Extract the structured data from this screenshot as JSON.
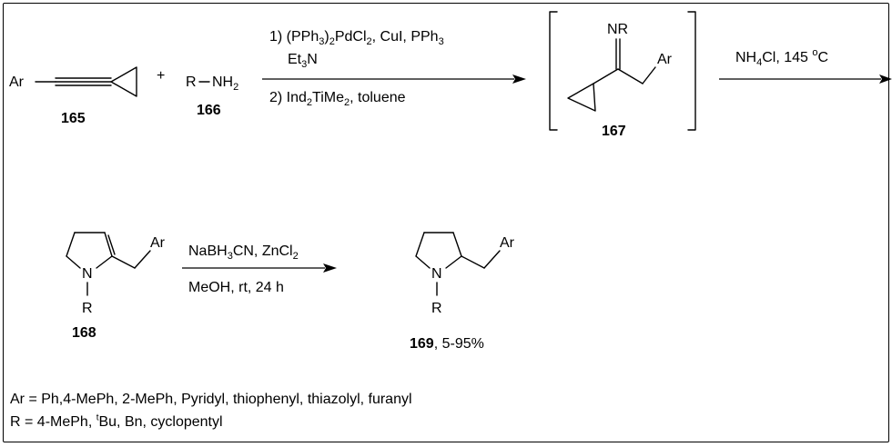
{
  "compounds": {
    "c165": {
      "number": "165",
      "ar": "Ar"
    },
    "c166": {
      "number": "166",
      "formula_r": "R",
      "formula_nh": "NH",
      "formula_sub": "2"
    },
    "c167": {
      "number": "167",
      "imine": "NR",
      "ar": "Ar"
    },
    "c168": {
      "number": "168",
      "n": "N",
      "r": "R",
      "ar": "Ar"
    },
    "c169": {
      "number": "169",
      "yield": ", 5-95%",
      "n": "N",
      "r": "R",
      "ar": "Ar"
    }
  },
  "plus": "+",
  "step1": {
    "line1_a": "1) (PPh",
    "line1_sub1": "3",
    "line1_b": ")",
    "line1_sub2": "2",
    "line1_c": "PdCl",
    "line1_sub3": "2",
    "line1_d": ", CuI, PPh",
    "line1_sub4": "3",
    "line2_a": "Et",
    "line2_sub": "3",
    "line2_b": "N",
    "line3_a": "2) Ind",
    "line3_sub1": "2",
    "line3_b": "TiMe",
    "line3_sub2": "2",
    "line3_c": ", toluene"
  },
  "step2": {
    "a": "NH",
    "sub": "4",
    "b": "Cl, 145 ",
    "sup": "o",
    "c": "C"
  },
  "step3": {
    "line1_a": "NaBH",
    "line1_sub1": "3",
    "line1_b": "CN, ZnCl",
    "line1_sub2": "2",
    "line2": "MeOH, rt, 24 h"
  },
  "footnotes": {
    "ar_line": "Ar = Ph,4-MePh, 2-MePh, Pyridyl, thiophenyl, thiazolyl, furanyl",
    "r_line_a": "R = 4-MePh, ",
    "r_line_sup": "t",
    "r_line_b": "Bu, Bn, cyclopentyl"
  }
}
